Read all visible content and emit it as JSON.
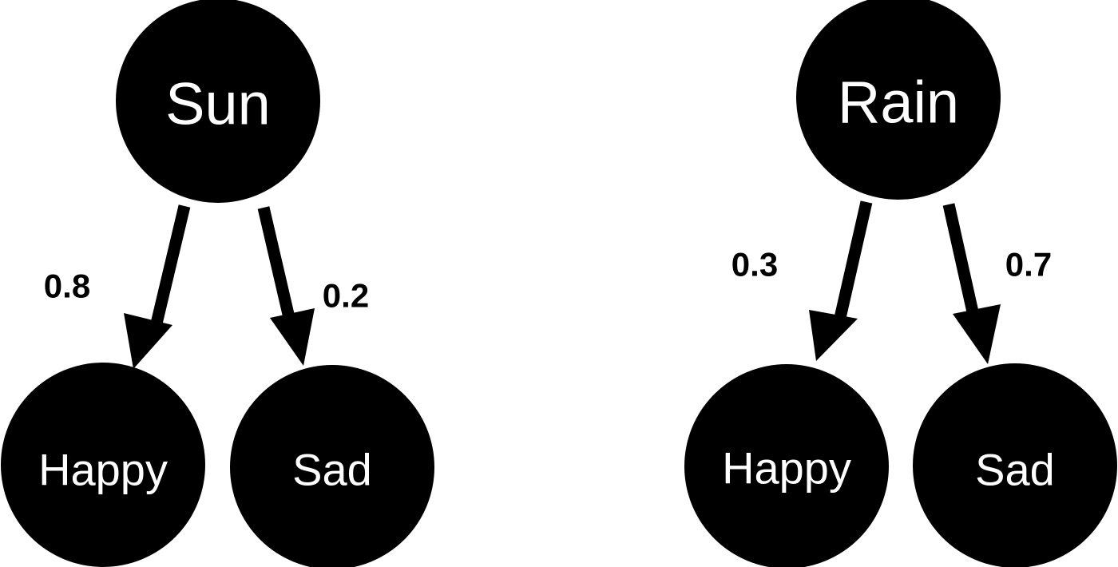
{
  "trees": [
    {
      "root": "Sun",
      "children": [
        {
          "label": "Happy",
          "probability": "0.8"
        },
        {
          "label": "Sad",
          "probability": "0.2"
        }
      ]
    },
    {
      "root": "Rain",
      "children": [
        {
          "label": "Happy",
          "probability": "0.3"
        },
        {
          "label": "Sad",
          "probability": "0.7"
        }
      ]
    }
  ]
}
